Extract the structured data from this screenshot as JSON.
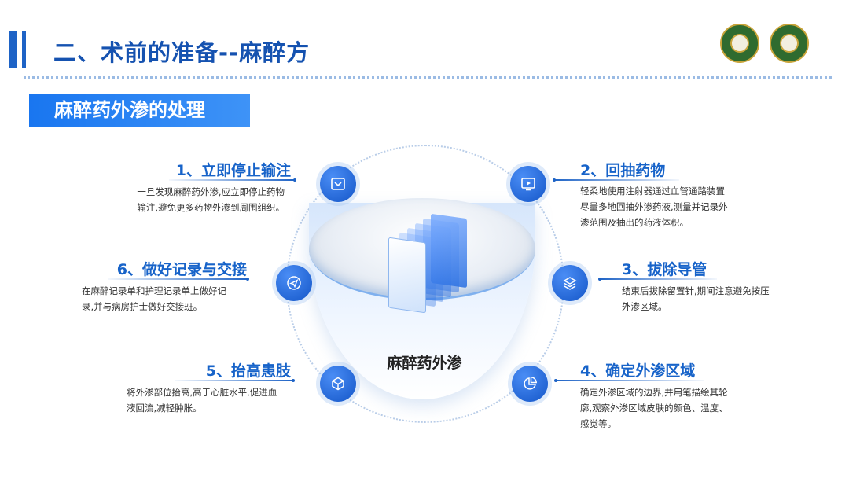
{
  "header": {
    "title": "二、术前的准备--麻醉方"
  },
  "section": {
    "label": "麻醉药外渗的处理"
  },
  "center": {
    "label": "麻醉药外渗"
  },
  "colors": {
    "accent": "#1e63c6",
    "brand_blue": "#1976f0",
    "logo_green": "#2f6b2f"
  },
  "items": [
    {
      "title": "1、立即停止输注",
      "lines": [
        "一旦发现麻醉药外渗,应立即停止药物",
        "输注,避免更多药物外渗到周围组织。"
      ],
      "icon": "gallery-icon"
    },
    {
      "title": "2、回抽药物",
      "lines": [
        "轻柔地使用注射器通过血管通路装置",
        "尽量多地回抽外渗药液,测量并记录外",
        "渗范围及抽出的药液体积。"
      ],
      "icon": "play-screen-icon"
    },
    {
      "title": "3、拔除导管",
      "lines": [
        "结束后拔除留置针,期间注意避免按压",
        "外渗区域。"
      ],
      "icon": "layers-icon"
    },
    {
      "title": "4、确定外渗区域",
      "lines": [
        "确定外渗区域的边界,并用笔描绘其轮",
        "廓,观察外渗区域皮肤的颜色、温度、",
        "感觉等。"
      ],
      "icon": "pie-chart-icon"
    },
    {
      "title": "5、抬高患肢",
      "lines": [
        "将外渗部位抬高,高于心脏水平,促进血",
        "液回流,减轻肿胀。"
      ],
      "icon": "cube-icon"
    },
    {
      "title": "6、做好记录与交接",
      "lines": [
        "在麻醉记录单和护理记录单上做好记",
        "录,并与病房护士做好交接班。"
      ],
      "icon": "send-icon"
    }
  ]
}
